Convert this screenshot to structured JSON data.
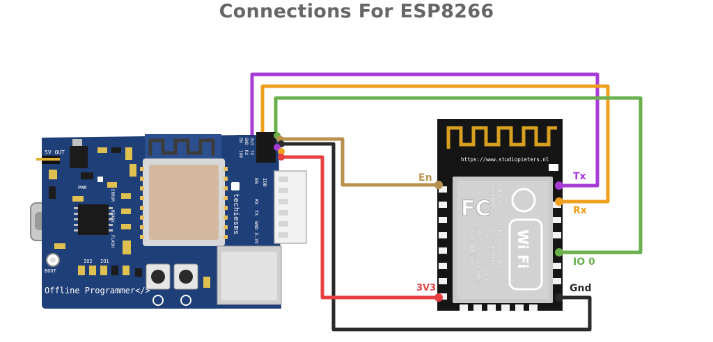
{
  "title": "Connections For ESP8266",
  "programmer": {
    "label_5v_out": "5V OUT",
    "label_pwr": "PWR",
    "label_error": "ERROR",
    "label_ready": "READY",
    "label_flash": "FLASH",
    "label_boot": "BOOT",
    "label_io2": "IO2",
    "label_io1": "IO1",
    "brand": "techiesms",
    "name": "Offline Programmer</>",
    "header_labels": [
      "EN",
      "GND",
      "3V3",
      "IO0",
      "RX",
      "TX"
    ],
    "side_pins": [
      "EN",
      "IO0",
      "RX",
      "TX",
      "GND",
      "3.3V"
    ]
  },
  "esp": {
    "url": "https://www.studiopieters.nl",
    "fcc": "FC",
    "model_lines": [
      "MODEL",
      "VENDOR",
      "ISM",
      "PA",
      "802.11b/g/n"
    ],
    "value_lines": [
      "ESP8266MOD",
      "AI-THINKER",
      "2.4GHz",
      "+25dBm"
    ],
    "wifi": "Wi Fi"
  },
  "pins": {
    "en": "En",
    "tx": "Tx",
    "rx": "Rx",
    "io0": "IO 0",
    "v3": "3V3",
    "gnd": "Gnd"
  },
  "colors": {
    "purple": "#a63bd6",
    "orange": "#f0a020",
    "green": "#6ab04c",
    "tan": "#b8914e",
    "red": "#e84040",
    "black": "#2a2a2a",
    "board_blue": "#1f3f78",
    "esp_black": "#151515",
    "shield": "#c8c8c8"
  }
}
